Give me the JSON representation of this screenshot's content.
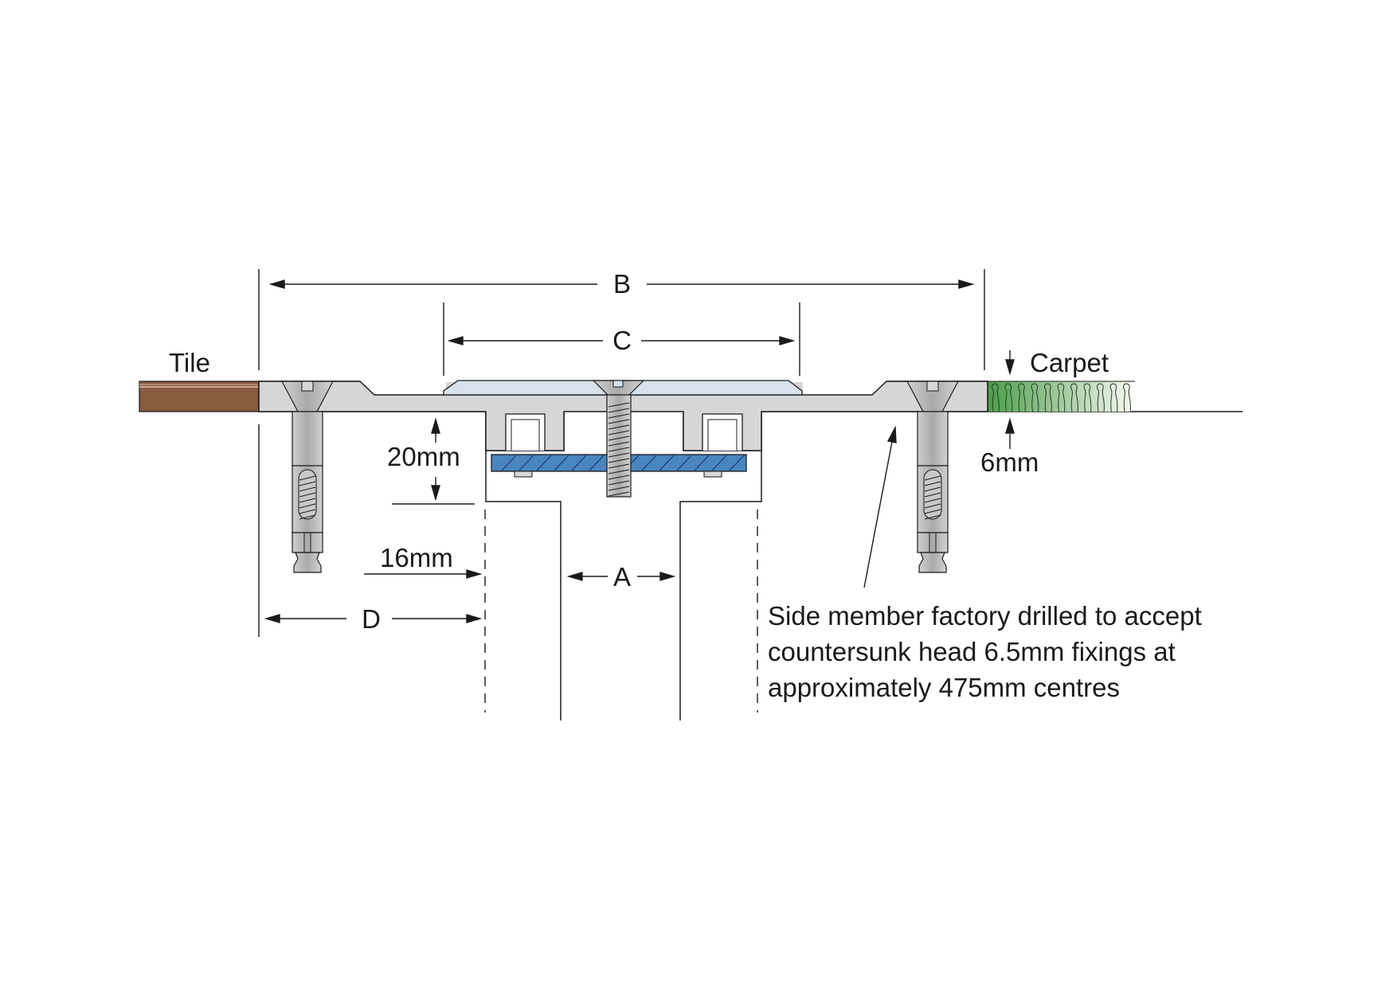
{
  "labels": {
    "tile": "Tile",
    "carpet": "Carpet",
    "dim_b": "B",
    "dim_c": "C",
    "dim_a": "A",
    "dim_d": "D",
    "depth": "20mm",
    "offset": "16mm",
    "carpet_thickness": "6mm"
  },
  "note": {
    "line1": "Side member factory drilled to accept",
    "line2": "countersunk head 6.5mm fixings at",
    "line3": "approximately 475mm centres"
  },
  "colors": {
    "tile": "#8a5a3e",
    "aluminium": "#d6d6d6",
    "cover_plate": "#d8e2ec",
    "spring_bar": "#4a85c0",
    "carpet_dark": "#4a9e48",
    "carpet_light": "#eef4ea",
    "line": "#1a1a1a"
  }
}
